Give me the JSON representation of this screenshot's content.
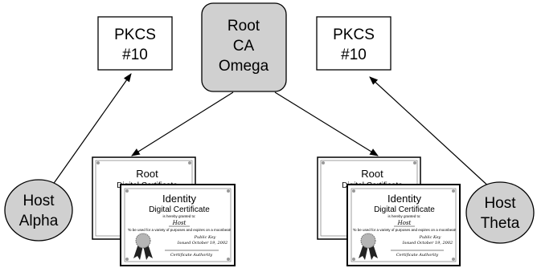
{
  "nodes": {
    "root_ca": {
      "lines": [
        "Root",
        "CA",
        "Omega"
      ]
    },
    "pkcs_left": {
      "lines": [
        "PKCS",
        "#10"
      ]
    },
    "pkcs_right": {
      "lines": [
        "PKCS",
        "#10"
      ]
    },
    "host_alpha": {
      "lines": [
        "Host",
        "Alpha"
      ]
    },
    "host_theta": {
      "lines": [
        "Host",
        "Theta"
      ]
    }
  },
  "certificates": {
    "left_back": {
      "title": "Root",
      "subtitle": "Digital Certificate"
    },
    "left_front": {
      "title": "Identity",
      "subtitle": "Digital Certificate",
      "granted": "is hereby granted to:",
      "holder": "Host",
      "purpose": "To be used for a variety of purposes and expires on a moonbeat!",
      "key": "Public Key",
      "issued": "Issued October 19, 2002",
      "signature": "Certificate Authority"
    },
    "right_back": {
      "title": "Root",
      "subtitle": "Digital Certificate"
    },
    "right_front": {
      "title": "Identity",
      "subtitle": "Digital Certificate",
      "granted": "is hereby granted to:",
      "holder": "Host",
      "purpose": "To be used for a variety of purposes and expires on a moonbeat!",
      "key": "Public Key",
      "issued": "Issued October 19, 2002",
      "signature": "Certificate Authority"
    }
  },
  "colors": {
    "node_fill_gray": "#d0d0d0",
    "box_fill": "#ffffff",
    "stroke": "#000000"
  }
}
